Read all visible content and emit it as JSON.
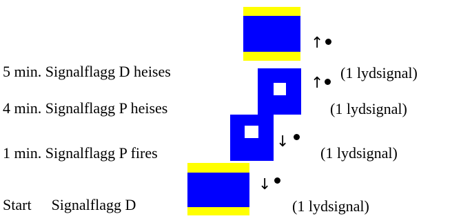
{
  "colors": {
    "flag_blue": "#0000ff",
    "flag_yellow": "#ffff00",
    "flag_white": "#ffffff",
    "text": "#000000"
  },
  "steps": [
    {
      "time_label": "5 min.",
      "action": "Signalflagg D heises",
      "flag": "D",
      "direction": "up",
      "arrow_glyph": "↑",
      "signal_note": "(1 lydsignal)"
    },
    {
      "time_label": "4 min.",
      "action": "Signalflagg P heises",
      "flag": "P",
      "direction": "up",
      "arrow_glyph": "↑",
      "signal_note": "(1 lydsignal)"
    },
    {
      "time_label": "1 min.",
      "action": "Signalflagg P fires",
      "flag": "P",
      "direction": "down",
      "arrow_glyph": "↓",
      "signal_note": "(1 lydsignal)"
    },
    {
      "time_label": "Start",
      "action": "Signalflagg D",
      "flag": "D",
      "direction": "down",
      "arrow_glyph": "↓",
      "signal_note": "(1 lydsignal)"
    }
  ]
}
